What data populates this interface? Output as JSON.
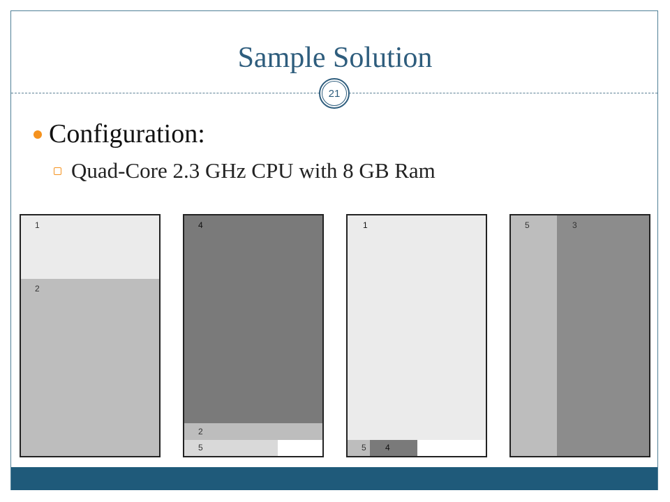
{
  "slide": {
    "title": "Sample Solution",
    "page_number": "21",
    "bullet_main": "Configuration:",
    "bullet_sub": "Quad-Core 2.3 GHz CPU with 8 GB Ram"
  },
  "colors": {
    "title": "#2e5d7d",
    "accent": "#f5921e",
    "footer": "#1f5a7a",
    "light_block": "#ebebeb",
    "medium_block": "#bdbdbd",
    "dark_block": "#7a7a7a",
    "darkish_block": "#8c8c8c",
    "pale_block": "#d9d9d9"
  },
  "machines": [
    {
      "blocks": [
        {
          "label": "1"
        },
        {
          "label": "2"
        }
      ]
    },
    {
      "blocks": [
        {
          "label": "4"
        },
        {
          "label": "2"
        },
        {
          "label": "5"
        }
      ]
    },
    {
      "blocks": [
        {
          "label": "1"
        },
        {
          "label": "5"
        },
        {
          "label": "4"
        }
      ]
    },
    {
      "blocks": [
        {
          "label": "5"
        },
        {
          "label": "3"
        }
      ]
    }
  ]
}
